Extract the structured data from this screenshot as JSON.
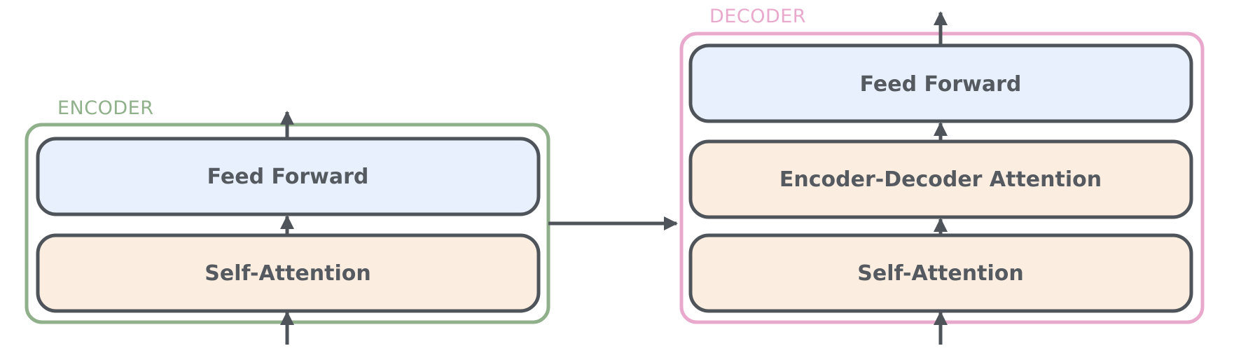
{
  "colors": {
    "encoder_border": "#8fb08a",
    "decoder_border": "#e9a9cd",
    "ffn_fill": "#e7f0fc",
    "attention_fill": "#fbeee0",
    "block_border": "#4f545b",
    "arrow": "#4f545b",
    "label_text": "#555a61"
  },
  "encoder": {
    "title": "ENCODER",
    "blocks": {
      "feed_forward": "Feed Forward",
      "self_attention": "Self-Attention"
    }
  },
  "decoder": {
    "title": "DECODER",
    "blocks": {
      "feed_forward": "Feed Forward",
      "encoder_decoder_attention": "Encoder-Decoder Attention",
      "self_attention": "Self-Attention"
    }
  }
}
